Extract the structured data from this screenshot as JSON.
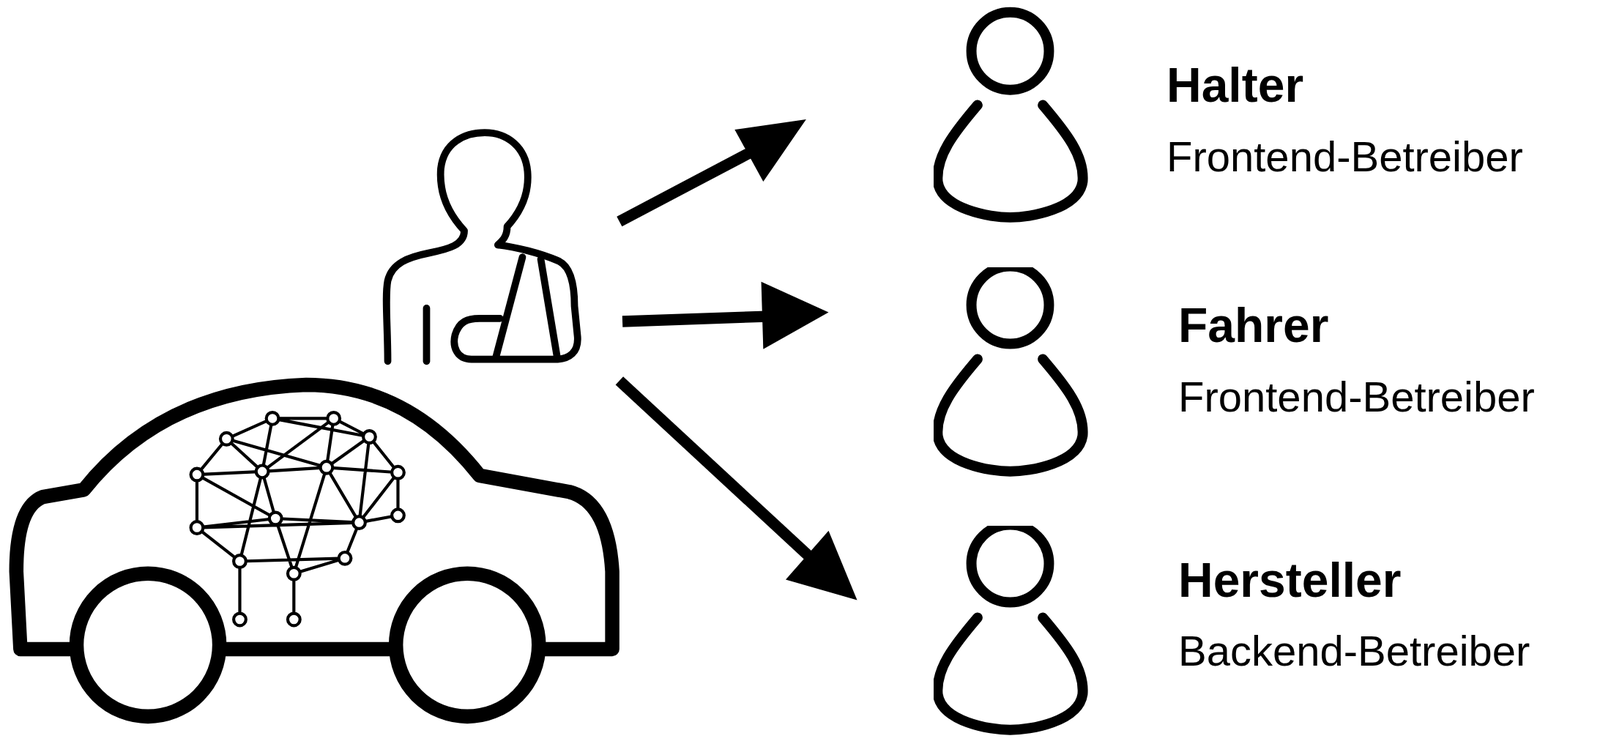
{
  "diagram": {
    "nodes": [
      {
        "text": [
          "Halter",
          "Frontend-Betreiber"
        ]
      },
      {
        "text": [
          "Fahrer",
          "Frontend-Betreiber"
        ]
      },
      {
        "text": [
          "Hersteller",
          "Backend-Betreiber"
        ]
      }
    ]
  }
}
